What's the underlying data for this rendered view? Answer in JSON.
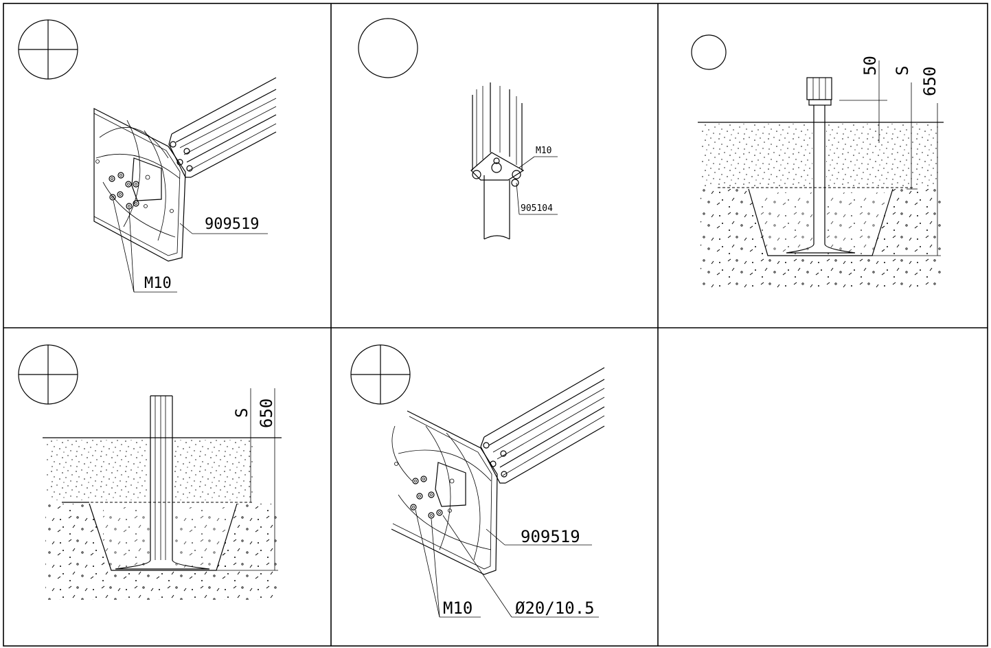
{
  "panels": {
    "p1": {
      "part_label": "909519",
      "bolt_label": "M10"
    },
    "p2": {
      "bolt_label": "M10",
      "part_label": "905104"
    },
    "p3": {
      "dim_top": "50",
      "dim_s": "S",
      "dim_total": "650"
    },
    "p4": {
      "dim_s": "S",
      "dim_total": "650"
    },
    "p5": {
      "part_label": "909519",
      "bolt_label": "M10",
      "hole_label": "Ø20/10.5"
    },
    "p6": {}
  },
  "step_icons": [
    "crosshair-circle",
    "plain-circle",
    "plain-circle",
    "crosshair-circle",
    "crosshair-circle"
  ],
  "colors": {
    "line": "#000000",
    "background": "#ffffff"
  }
}
